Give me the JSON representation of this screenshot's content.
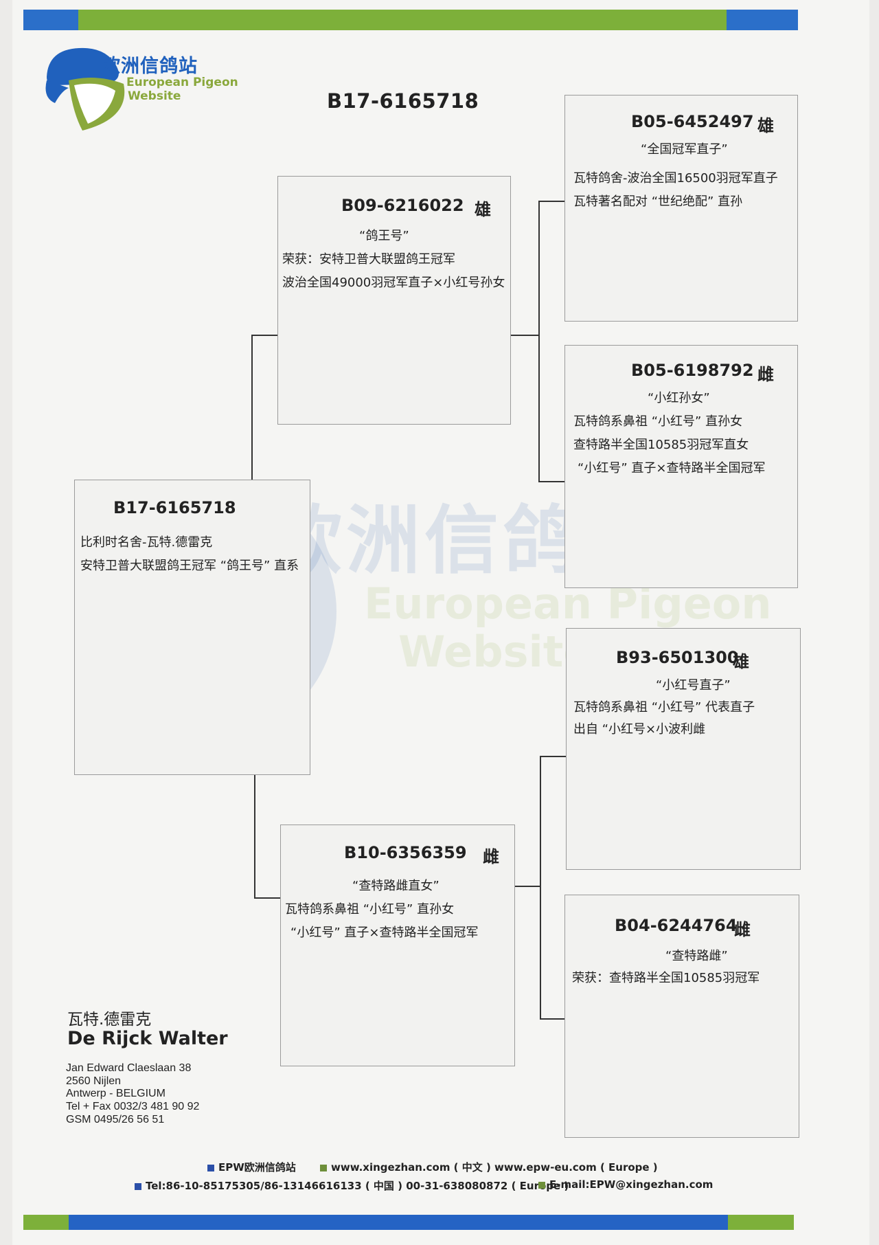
{
  "colors": {
    "blue": "#2b6fc9",
    "green": "#7db03a",
    "logo_blue": "#2061bd",
    "logo_green": "#8aa83c"
  },
  "logo": {
    "cn": "欧洲信鸽站",
    "en_line1": "European Pigeon",
    "en_line2": "Website"
  },
  "watermark": {
    "cn": "欧洲信鸽站",
    "en_line1": "European Pigeon",
    "en_line2": "Website"
  },
  "main_title": "B17-6165718",
  "subject": {
    "ring": "B17-6165718",
    "lines": [
      "比利时名舍-瓦特.德雷克",
      "安特卫普大联盟鸽王冠军 “鸽王号” 直系"
    ]
  },
  "sire": {
    "ring": "B09-6216022",
    "sex": "雄",
    "nickname": "“鸽王号”",
    "lines": [
      "荣获：安特卫普大联盟鸽王冠军",
      "波治全国49000羽冠军直子×小红号孙女"
    ]
  },
  "dam": {
    "ring": "B10-6356359",
    "sex": "雌",
    "nickname": "“查特路雌直女”",
    "lines": [
      "瓦特鸽系鼻祖 “小红号” 直孙女",
      "“小红号” 直子×查特路半全国冠军"
    ]
  },
  "sire_sire": {
    "ring": "B05-6452497",
    "sex": "雄",
    "nickname": "“全国冠军直子”",
    "lines": [
      "瓦特鸽舍-波治全国16500羽冠军直子",
      "瓦特著名配对 “世纪绝配” 直孙"
    ]
  },
  "sire_dam": {
    "ring": "B05-6198792",
    "sex": "雌",
    "nickname": "“小红孙女”",
    "lines": [
      "瓦特鸽系鼻祖 “小红号” 直孙女",
      "查特路半全国10585羽冠军直女",
      "“小红号” 直子×查特路半全国冠军"
    ]
  },
  "dam_sire": {
    "ring": "B93-6501300",
    "sex": "雄",
    "nickname": "“小红号直子”",
    "lines": [
      "瓦特鸽系鼻祖 “小红号” 代表直子",
      "出自 “小红号×小波利雌"
    ]
  },
  "dam_dam": {
    "ring": "B04-6244764",
    "sex": "雌",
    "nickname": "“查特路雌”",
    "lines": [
      "荣获：查特路半全国10585羽冠军"
    ]
  },
  "breeder": {
    "name_cn": "瓦特.德雷克",
    "name_en": "De Rijck Walter",
    "address": [
      "Jan Edward Claeslaan 38",
      "2560 Nijlen",
      "Antwerp - BELGIUM",
      "Tel + Fax 0032/3 481 90 92",
      "GSM 0495/26 56 51"
    ]
  },
  "footer": {
    "brand": "EPW欧洲信鸽站",
    "web": "www.xingezhan.com ( 中文 )   www.epw-eu.com ( Europe )",
    "tel": "Tel:86-10-85175305/86-13146616133 ( 中国 )   00-31-638080872 ( Europe )",
    "email": "E-mail:EPW@xingezhan.com"
  }
}
